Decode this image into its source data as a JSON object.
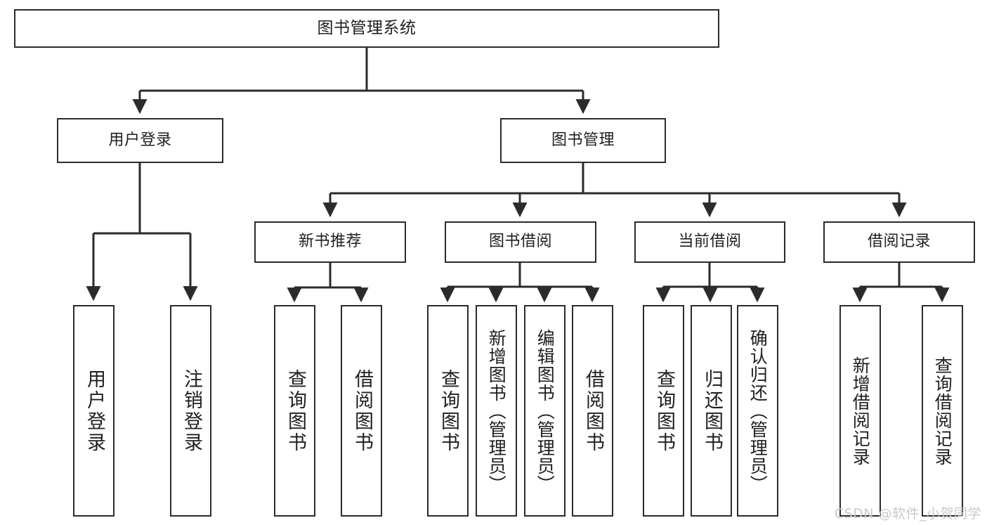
{
  "diagram": {
    "title": "图书管理系统",
    "watermark": "CSDN @软件_小贺同学",
    "colors": {
      "border": "#2b2b2b",
      "background": "#ffffff",
      "text": "#1f1f1f",
      "connector": "#2b2b2b",
      "watermark": "#c9c9c9"
    },
    "root": {
      "label": "图书管理系统"
    },
    "level2": [
      {
        "label": "用户登录"
      },
      {
        "label": "图书管理"
      }
    ],
    "level3": [
      {
        "label": "新书推荐"
      },
      {
        "label": "图书借阅"
      },
      {
        "label": "当前借阅"
      },
      {
        "label": "借阅记录"
      }
    ],
    "leaves": {
      "user_login": [
        {
          "label": "用户登录"
        },
        {
          "label": "注销登录"
        }
      ],
      "new_book": [
        {
          "label": "查询图书"
        },
        {
          "label": "借阅图书"
        }
      ],
      "book_borrow": [
        {
          "label": "查询图书"
        },
        {
          "label": "新增图书（管理员）"
        },
        {
          "label": "编辑图书（管理员）"
        },
        {
          "label": "借阅图书"
        }
      ],
      "current_borrow": [
        {
          "label": "查询图书"
        },
        {
          "label": "归还图书"
        },
        {
          "label": "确认归还（管理员）"
        }
      ],
      "borrow_record": [
        {
          "label": "新增借阅记录"
        },
        {
          "label": "查询借阅记录"
        }
      ]
    }
  }
}
